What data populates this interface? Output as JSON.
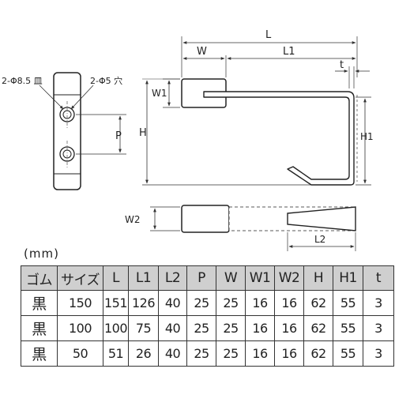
{
  "dimensions": {
    "L": "L",
    "W": "W",
    "L1": "L1",
    "t": "t",
    "W1": "W1",
    "H": "H",
    "H1": "H1",
    "P": "P",
    "W2": "W2",
    "L2": "L2",
    "hole_countersink": "2-Φ8.5 皿",
    "hole_through": "2-Φ5 穴"
  },
  "unit_label": "(mm)",
  "table": {
    "headers": [
      "ゴム",
      "サイズ",
      "L",
      "L1",
      "L2",
      "P",
      "W",
      "W1",
      "W2",
      "H",
      "H1",
      "t"
    ],
    "rows": [
      [
        "黒",
        "150",
        "151",
        "126",
        "40",
        "25",
        "25",
        "16",
        "16",
        "62",
        "55",
        "3"
      ],
      [
        "黒",
        "100",
        "100",
        "75",
        "40",
        "25",
        "25",
        "16",
        "16",
        "62",
        "55",
        "3"
      ],
      [
        "黒",
        "50",
        "51",
        "26",
        "40",
        "25",
        "25",
        "16",
        "16",
        "62",
        "55",
        "3"
      ]
    ]
  }
}
